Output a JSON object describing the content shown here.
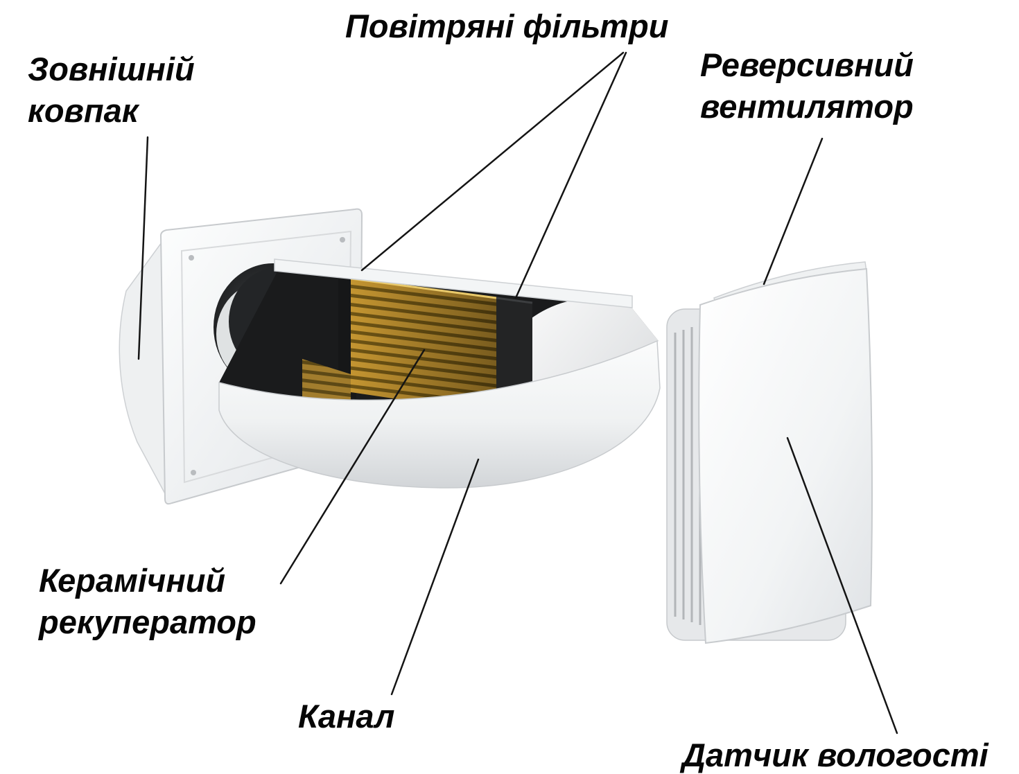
{
  "diagram": {
    "type": "labeled-product-diagram",
    "subject": "wall-mounted single-room heat recovery ventilator (cutaway view)",
    "labels": {
      "air_filters": {
        "text": "Повітряні фільтри"
      },
      "external_hood": {
        "text": "Зовнішній\nковпак"
      },
      "reversible_fan": {
        "text": "Реверсивний\nвентилятор"
      },
      "ceramic_recuperator": {
        "text": "Керамічний\nрекуператор"
      },
      "duct": {
        "text": "Канал"
      },
      "humidity_sensor": {
        "text": "Датчик вологості"
      }
    },
    "colors": {
      "label_text": "#060606",
      "leader_line": "#141414",
      "device_white": "#ffffff",
      "device_shadow": "#d5d8db",
      "core_gold_light": "#c49531",
      "core_gold_dark": "#6e5414",
      "interior_dark": "#1a1b1c",
      "background": "#ffffff"
    }
  }
}
